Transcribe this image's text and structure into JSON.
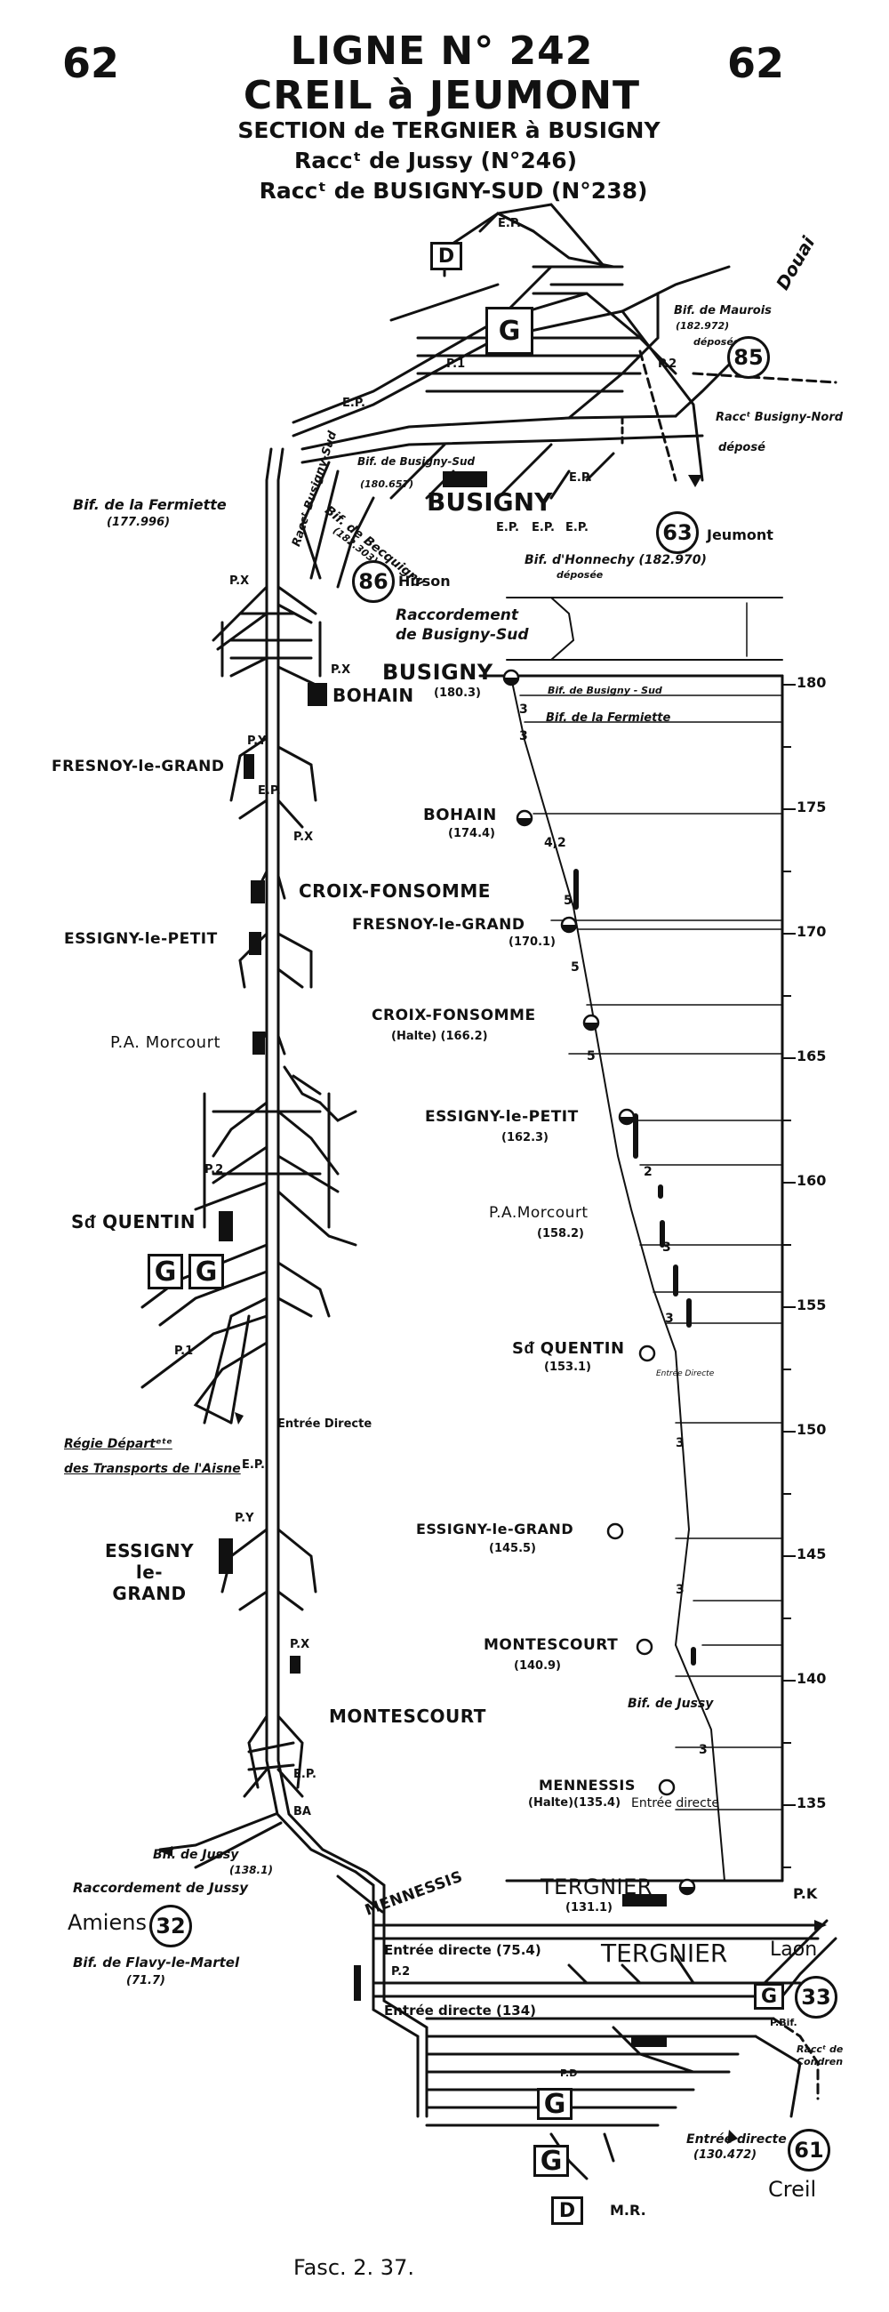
{
  "header": {
    "page_number_left": "62",
    "page_number_right": "62",
    "line_title": "LIGNE N° 242",
    "line_route": "CREIL à JEUMONT",
    "section": "SECTION de TERGNIER à BUSIGNY",
    "raccord_1": "Raccᵗ de Jussy (N°246)",
    "raccord_2": "Raccᵗ de BUSIGNY-SUD (N°238)"
  },
  "busigny_area": {
    "station": "BUSIGNY",
    "bif_maurois": "Bif. de Maurois",
    "bif_maurois_pk": "(182.972)",
    "bif_maurois_note": "déposée",
    "douai": "Douai",
    "line_85": "85",
    "racc_busigny_nord": "Raccᵗ Busigny-Nord",
    "racc_busigny_nord_note": "déposé",
    "bif_busigny_sud": "Bif. de Busigny-Sud",
    "bif_busigny_sud_pk": "(180.657)",
    "bif_becquigny": "Bif. de Becquigny",
    "bif_becquigny_pk": "(182.303)",
    "racc_busigny_sud_label": "Raccᵗ Busigny-Sud",
    "bif_honnechy": "Bif. d'Honnechy (182.970)",
    "bif_honnechy_note": "déposée",
    "line_63": "63",
    "jeumont": "Jeumont",
    "line_86": "86",
    "hirson": "Hirson",
    "bif_fermiette": "Bif. de la Fermiette",
    "bif_fermiette_pk": "(177.996)",
    "raccordement": "Raccordement",
    "raccordement_2": "de Busigny-Sud",
    "ep": "E.P.",
    "p1": "P.1",
    "p2": "P.2",
    "g": "G",
    "d": "D"
  },
  "track_stations": [
    {
      "name": "BOHAIN"
    },
    {
      "name": "FRESNOY-le-GRAND"
    },
    {
      "name": "CROIX-FONSOMME"
    },
    {
      "name": "ESSIGNY-le-PETIT"
    },
    {
      "name": "P.A. Morcourt"
    },
    {
      "name": "Sᵭ QUENTIN"
    },
    {
      "name": "ESSIGNY le-GRAND"
    },
    {
      "name": "MONTESCOURT"
    }
  ],
  "track_labels": {
    "px": "P.X",
    "py": "P.Y",
    "ep": "E.P.",
    "ba": "BA",
    "p1": "P.1",
    "p2": "P.2",
    "entree_directe": "Entrée Directe",
    "regie_1": "Régie Départᵉᵗᵉ",
    "regie_2": "des Transports de l'Aisne",
    "bif_jussy": "Bif. de Jussy",
    "bif_jussy_pk": "(138.1)",
    "racc_jussy": "Raccordement de Jussy",
    "amiens": "Amiens",
    "line_32": "32",
    "bif_flavy": "Bif. de Flavy-le-Martel",
    "bif_flavy_pk": "(71.7)",
    "mennessis": "MENNESSIS",
    "entree_directe_75": "Entrée directe (75.4)",
    "entree_directe_134": "Entrée directe (134)",
    "tergnier": "TERGNIER",
    "laon": "Laon",
    "line_33": "33",
    "p_bif": "P.Bif.",
    "racc_condren": "Raccᵗ de Condren",
    "entree_directe_130": "Entrée directe",
    "entree_directe_130_pk": "(130.472)",
    "line_61": "61",
    "creil": "Creil",
    "mr": "M.R.",
    "g": "G",
    "d": "D",
    "p_d": "P.D"
  },
  "profile": {
    "axis_label": "P.K",
    "ticks": [
      "180",
      "175",
      "170",
      "165",
      "160",
      "155",
      "150",
      "145",
      "140",
      "135"
    ],
    "stations": [
      {
        "name": "BUSIGNY",
        "pk": "(180.3)"
      },
      {
        "name": "BOHAIN",
        "pk": "(174.4)"
      },
      {
        "name": "FRESNOY-le-GRAND",
        "pk": "(170.1)"
      },
      {
        "name": "CROIX-FONSOMME",
        "pk": "(Halte) (166.2)"
      },
      {
        "name": "ESSIGNY-le-PETIT",
        "pk": "(162.3)"
      },
      {
        "name": "P.A.Morcourt",
        "pk": "(158.2)"
      },
      {
        "name": "Sᵭ QUENTIN",
        "pk": "(153.1)"
      },
      {
        "name": "ESSIGNY-le-GRAND",
        "pk": "(145.5)"
      },
      {
        "name": "MONTESCOURT",
        "pk": "(140.9)"
      },
      {
        "name": "MENNESSIS",
        "pk": "(Halte)(135.4)"
      },
      {
        "name": "TERGNIER",
        "pk": "(131.1)"
      }
    ],
    "bif_busigny_sud": "Bif. de Busigny - Sud",
    "bif_fermiette": "Bif. de la Fermiette",
    "bif_jussy": "Bif. de Jussy",
    "entree_directe": "Entrée directe",
    "entree_directe_small": "Entrée Directe",
    "gradients": [
      "3",
      "3",
      "4,2",
      "5",
      "5",
      "5",
      "2",
      "3",
      "3",
      "3",
      "3",
      "3"
    ]
  },
  "footer": {
    "fascicule": "Fasc. 2. 37."
  }
}
